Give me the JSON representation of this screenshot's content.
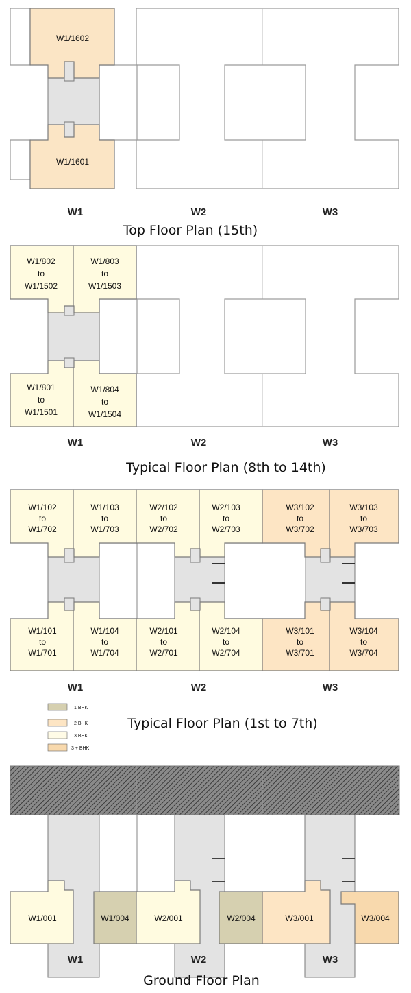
{
  "colors": {
    "bhk1": "#d6d0b0",
    "bhk2": "#fde5c4",
    "bhk3": "#fffbe6",
    "bhk3plus": "#f8d9ad",
    "top_w1_unit": "#fbe5c5",
    "core": "#e3e3e3",
    "parking_hatch": "#6f6f6f"
  },
  "sections": {
    "top": {
      "title": "Top Floor Plan (15th)",
      "wings": [
        "W1",
        "W2",
        "W3"
      ],
      "units": {
        "w1_top": "W1/1602",
        "w1_bottom": "W1/1601"
      }
    },
    "typical_upper": {
      "title": "Typical Floor Plan (8th to 14th)",
      "wings": [
        "W1",
        "W2",
        "W3"
      ],
      "units": {
        "w1_tl": [
          "W1/802",
          "to",
          "W1/1502"
        ],
        "w1_tr": [
          "W1/803",
          "to",
          "W1/1503"
        ],
        "w1_bl": [
          "W1/801",
          "to",
          "W1/1501"
        ],
        "w1_br": [
          "W1/804",
          "to",
          "W1/1504"
        ]
      }
    },
    "typical_lower": {
      "title": "Typical Floor Plan (1st to 7th)",
      "wings": [
        "W1",
        "W2",
        "W3"
      ],
      "units": {
        "w1_tl": [
          "W1/102",
          "to",
          "W1/702"
        ],
        "w1_tr": [
          "W1/103",
          "to",
          "W1/703"
        ],
        "w2_tl": [
          "W2/102",
          "to",
          "W2/702"
        ],
        "w2_tr": [
          "W2/103",
          "to",
          "W2/703"
        ],
        "w3_tl": [
          "W3/102",
          "to",
          "W3/702"
        ],
        "w3_tr": [
          "W3/103",
          "to",
          "W3/703"
        ],
        "w1_bl": [
          "W1/101",
          "to",
          "W1/701"
        ],
        "w1_br": [
          "W1/104",
          "to",
          "W1/704"
        ],
        "w2_bl": [
          "W2/101",
          "to",
          "W2/701"
        ],
        "w2_br": [
          "W2/104",
          "to",
          "W2/704"
        ],
        "w3_bl": [
          "W3/101",
          "to",
          "W3/701"
        ],
        "w3_br": [
          "W3/104",
          "to",
          "W3/704"
        ]
      }
    },
    "ground": {
      "title": "Ground Floor Plan",
      "wings": [
        "W1",
        "W2",
        "W3"
      ],
      "units": {
        "w1_001": "W1/001",
        "w1_004": "W1/004",
        "w2_001": "W2/001",
        "w2_004": "W2/004",
        "w3_001": "W3/001",
        "w3_004": "W3/004"
      }
    }
  },
  "legend": [
    {
      "label": "1 BHK",
      "color": "#d6d0b0"
    },
    {
      "label": "2 BHK",
      "color": "#fde5c4"
    },
    {
      "label": "3 BHK",
      "color": "#fffbe6"
    },
    {
      "label": "3 + BHK",
      "color": "#f8d9ad"
    }
  ]
}
